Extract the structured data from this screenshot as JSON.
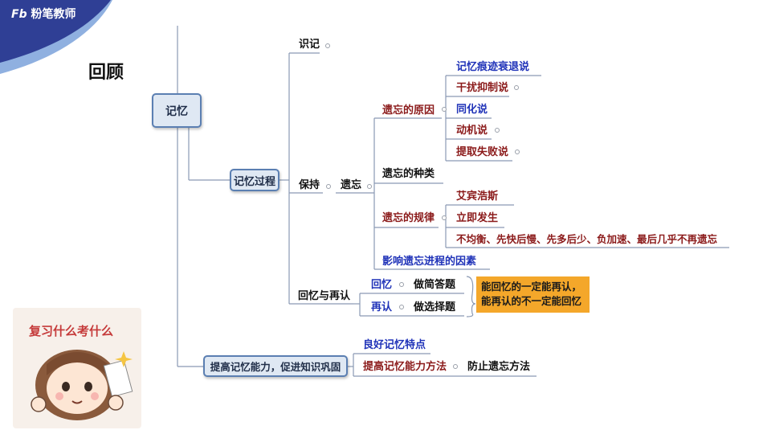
{
  "brand": {
    "logo_text": "粉笔教师"
  },
  "page_title": "回顾",
  "sticker_text": "复习什么考什么",
  "mindmap": {
    "root": "记忆",
    "n_process": "记忆过程",
    "n_improve": "提高记忆能力，促进知识巩固",
    "n_identify": "识记",
    "n_retain": "保持",
    "n_forget": "遗忘",
    "n_recall_recog": "回忆与再认",
    "n_causes": "遗忘的原因",
    "n_types": "遗忘的种类",
    "n_laws": "遗忘的规律",
    "n_factors": "影响遗忘进程的因素",
    "causes": [
      "记忆痕迹衰退说",
      "干扰抑制说",
      "同化说",
      "动机说",
      "提取失败说"
    ],
    "laws": [
      "艾宾浩斯",
      "立即发生",
      "不均衡、先快后慢、先多后少、负加速、最后几乎不再遗忘"
    ],
    "recall": "回忆",
    "recall_q": "做简答题",
    "recog": "再认",
    "recog_q": "做选择题",
    "note_line1": "能回忆的一定能再认，",
    "note_line2": "能再认的不一定能回忆",
    "good_memory": "良好记忆特点",
    "improve_method": "提高记忆能力方法",
    "prevent_forget": "防止遗忘方法"
  }
}
